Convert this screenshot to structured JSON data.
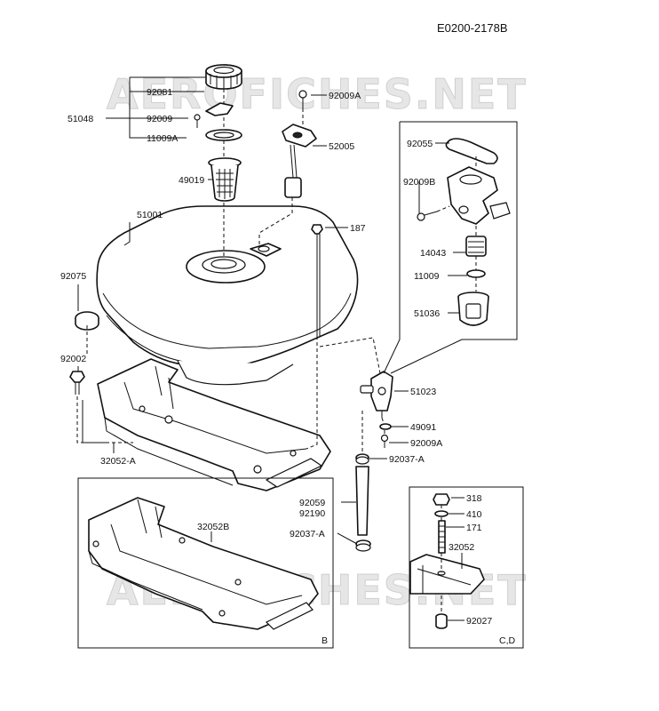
{
  "doc_code": "E0200-2178B",
  "watermark": "AEROFICHES.NET",
  "parts": {
    "p92081": "92081",
    "p92009A_top": "92009A",
    "p51048": "51048",
    "p92009": "92009",
    "p11009A": "11009A",
    "p52005": "52005",
    "p49019": "49019",
    "p51001": "51001",
    "p187": "187",
    "p92055": "92055",
    "p92009B": "92009B",
    "p14043": "14043",
    "p11009": "11009",
    "p51036": "51036",
    "p92075": "92075",
    "p92002": "92002",
    "p51023": "51023",
    "p49091": "49091",
    "p92009A_bot": "92009A",
    "p92037A_1": "92037-A",
    "p32052A": "32052-A",
    "p92059": "92059",
    "p92190": "92190",
    "p92037A_2": "92037-A",
    "p32052B": "32052B",
    "p318": "318",
    "p410": "410",
    "p171": "171",
    "p32052": "32052",
    "p92027": "92027"
  },
  "inset_labels": {
    "b": "B",
    "cd": "C,D"
  }
}
